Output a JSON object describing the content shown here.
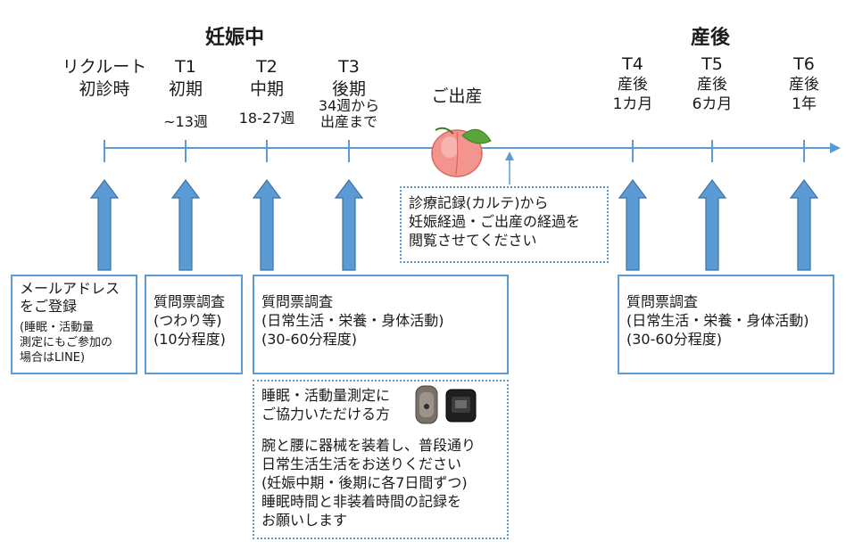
{
  "phases": {
    "pregnancy": "妊娠中",
    "postpartum": "産後"
  },
  "timepoints": [
    {
      "id": "recruit",
      "line1": "リクルート",
      "line2": "初診時"
    },
    {
      "id": "T1",
      "code": "T1",
      "name": "初期",
      "detail": "~13週"
    },
    {
      "id": "T2",
      "code": "T2",
      "name": "中期",
      "detail": "18-27週"
    },
    {
      "id": "T3",
      "code": "T3",
      "name": "後期",
      "detail_line1": "34週から",
      "detail_line2": "出産まで"
    },
    {
      "id": "birth",
      "name": "ご出産"
    },
    {
      "id": "T4",
      "code": "T4",
      "name": "産後",
      "detail": "1カ月"
    },
    {
      "id": "T5",
      "code": "T5",
      "name": "産後",
      "detail": "6カ月"
    },
    {
      "id": "T6",
      "code": "T6",
      "name": "産後",
      "detail": "1年"
    }
  ],
  "boxes": {
    "register": {
      "line1": "メールアドレス",
      "line2": "をご登録",
      "note1": "(睡眠・活動量",
      "note2": "測定にもご参加の",
      "note3": "場合はLINE)"
    },
    "t1_survey": {
      "line1": "質問票調査",
      "line2": "(つわり等)",
      "line3": "(10分程度)"
    },
    "t23_survey": {
      "line1": "質問票調査",
      "line2": "(日常生活・栄養・身体活動)",
      "line3": "(30-60分程度)"
    },
    "post_survey": {
      "line1": "質問票調査",
      "line2": "(日常生活・栄養・身体活動)",
      "line3": "(30-60分程度)"
    },
    "records": {
      "line1": "診療記録(カルテ)から",
      "line2": "妊娠経過・ご出産の経過を",
      "line3": "閲覧させてください"
    },
    "device": {
      "line1": "睡眠・活動量測定に",
      "line2": "ご協力いただける方",
      "line3": "腕と腰に器械を装着し、普段通り",
      "line4": "日常生活生活をお送りください",
      "line5": "(妊娠中期・後期に各7日間ずつ)",
      "line6": "睡眠時間と非装着時間の記録を",
      "line7": "お願いします"
    }
  },
  "icons": [
    "peach-icon",
    "wristband-icon",
    "waist-device-icon"
  ],
  "colors": {
    "accent": "#5b9bd5",
    "arrow_fill": "#5b9bd5",
    "arrow_border": "#41719c",
    "peach": "#f4948f",
    "leaf": "#5aa53a"
  }
}
